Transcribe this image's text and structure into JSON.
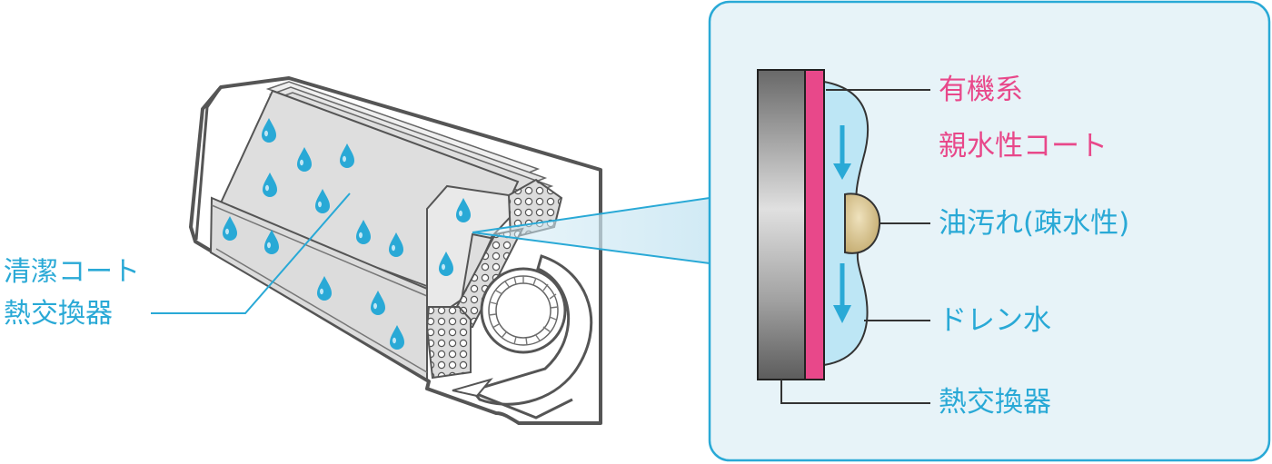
{
  "colors": {
    "cyan": "#29a9d6",
    "pink": "#e8488a",
    "panel_fill": "#e7f3f8",
    "oil": "#d9c593",
    "outline": "#555555"
  },
  "left_labels": {
    "line1": "清潔コート",
    "line2": "熱交換器"
  },
  "right_labels": {
    "organic_line1": "有機系",
    "organic_line2": "親水性コート",
    "oil": "油汚れ(疎水性)",
    "drain": "ドレン水",
    "heat_exchanger": "熱交換器"
  },
  "icons": {
    "droplet": "water-drop-icon",
    "fan": "fan-icon",
    "arrow": "arrow-down-icon"
  }
}
